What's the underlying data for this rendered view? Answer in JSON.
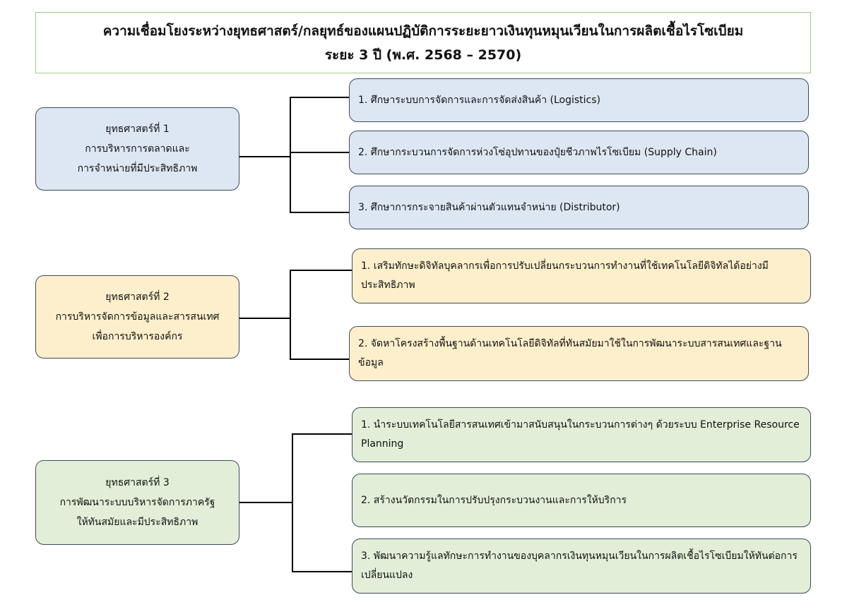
{
  "title": {
    "line1": "ความเชื่อมโยงระหว่างยุทธศาสตร์/กลยุทธ์ของแผนปฏิบัติการระยะยาวเงินทุนหมุนเวียนในการผลิตเชื้อไรโซเบียม",
    "line2": "ระยะ 3 ปี (พ.ศ. 2568 – 2570)"
  },
  "strategies": [
    {
      "lines": [
        "ยุทธศาสตร์ที่ 1",
        "การบริหารการตลาดและ",
        "การจำหน่ายที่มีประสิทธิภาพ"
      ],
      "items": [
        "1. ศึกษาระบบการจัดการและการจัดส่งสินค้า (Logistics)",
        "2. ศึกษากระบวนการจัดการห่วงโซ่อุปทานของปุ๋ยชีวภาพไรโซเบียม (Supply Chain)",
        "3. ศึกษาการกระจายสินค้าผ่านตัวแทนจำหน่าย (Distributor)"
      ]
    },
    {
      "lines": [
        "ยุทธศาสตร์ที่ 2",
        "การบริหารจัดการข้อมูลและสารสนเทศ",
        "เพื่อการบริหารองค์กร"
      ],
      "items": [
        "1. เสริมทักษะดิจิทัลบุคลากรเพื่อการปรับเปลี่ยนกระบวนการทำงานที่ใช้เทคโนโลยีดิจิทัลได้อย่างมีประสิทธิภาพ",
        "2. จัดหาโครงสร้างพื้นฐานด้านเทคโนโลยีดิจิทัลที่ทันสมัยมาใช้ในการพัฒนาระบบสารสนเทศและฐานข้อมูล"
      ]
    },
    {
      "lines": [
        "ยุทธศาสตร์ที่ 3",
        "การพัฒนาระบบบริหารจัดการภาครัฐ",
        "ให้ทันสมัยและมีประสิทธิภาพ"
      ],
      "items": [
        "1. นำระบบเทคโนโลยีสารสนเทศเข้ามาสนับสนุนในกระบวนการต่างๆ ด้วยระบบ Enterprise Resource Planning",
        "2. สร้างนวัตกรรมในการปรับปรุงกระบวนงานและการให้บริการ",
        "3. พัฒนาความรู้แลทักษะการทำงานของบุคลากรเงินทุนหมุนเวียนในการผลิตเชื้อไรโซเบียมให้ทันต่อการเปลี่ยนแปลง"
      ]
    }
  ],
  "colors": {
    "strategy_1": "#dde7f4",
    "strategy_2": "#fdefcb",
    "strategy_3": "#e2eed8",
    "title_border": "#9ccc84",
    "box_border": "#3d4a5c"
  }
}
